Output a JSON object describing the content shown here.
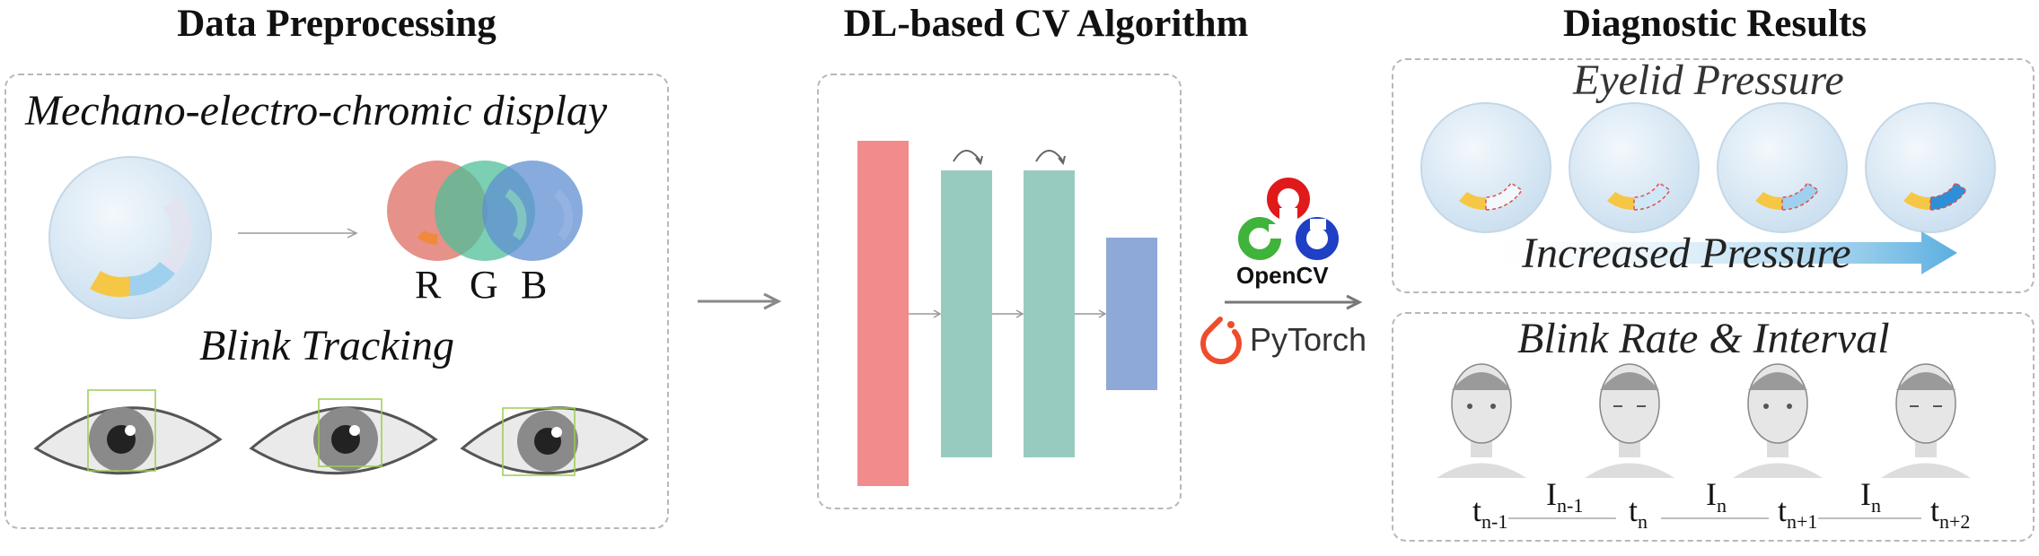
{
  "sections": {
    "preprocessing": {
      "title": "Data Preprocessing",
      "display_label": "Mechano-electro-chromic display",
      "channels": [
        "R",
        "G",
        "B"
      ],
      "blink_label": "Blink Tracking"
    },
    "algorithm": {
      "title": "DL-based CV Algorithm"
    },
    "results": {
      "title": "Diagnostic Results",
      "pressure_label": "Eyelid Pressure",
      "pressure_arrow_label": "Increased Pressure",
      "blink_label": "Blink Rate & Interval"
    }
  },
  "libraries": {
    "opencv": "OpenCV",
    "pytorch": "PyTorch"
  },
  "timeline": {
    "times": [
      {
        "base": "t",
        "sub": "n-1"
      },
      {
        "base": "t",
        "sub": "n"
      },
      {
        "base": "t",
        "sub": "n+1"
      },
      {
        "base": "t",
        "sub": "n+2"
      }
    ],
    "intervals": [
      {
        "base": "I",
        "sub": "n-1"
      },
      {
        "base": "I",
        "sub": "n"
      },
      {
        "base": "I",
        "sub": "n"
      }
    ]
  },
  "colors": {
    "red_block": "#f28b8b",
    "teal_block": "#98cbbf",
    "blue_block": "#8ea9d8",
    "lens": "#dbeaf5",
    "yellow": "#f6c744",
    "light_blue": "#9fd0ee",
    "arrow_blue": "#5aaee0"
  }
}
